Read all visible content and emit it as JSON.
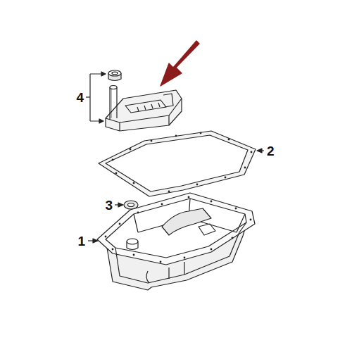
{
  "diagram": {
    "labels": [
      "4",
      "2",
      "3",
      "1"
    ]
  }
}
